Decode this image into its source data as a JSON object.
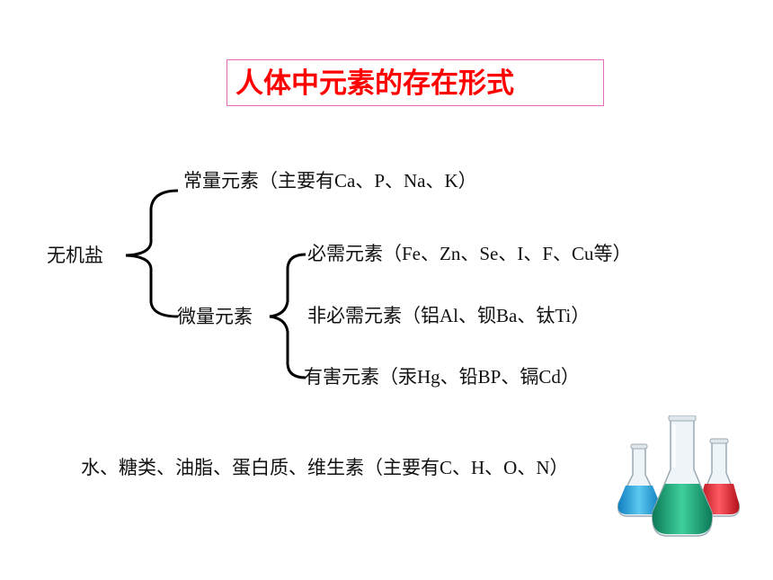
{
  "title": "人体中元素的存在形式",
  "tree": {
    "root": "无机盐",
    "macro": {
      "label": "常量元素",
      "paren_open": "（",
      "prefix": "主要有",
      "detail": "Ca、P、Na、K",
      "paren_close": "）"
    },
    "micro": {
      "label": "微量元素",
      "essential": {
        "label": "必需元素",
        "paren_open": "（",
        "detail": "Fe、Zn、Se、I、F、Cu",
        "suffix": "等",
        "paren_close": "）"
      },
      "nonessential": {
        "label": "非必需元素",
        "paren_open": "（",
        "detail_1_cn": "铝",
        "detail_1": "Al、",
        "detail_2_cn": "钡",
        "detail_2": "Ba、",
        "detail_3_cn": "钛",
        "detail_3": "Ti",
        "paren_close": "）"
      },
      "harmful": {
        "label": "有害元素",
        "paren_open": "（",
        "detail_1_cn": "汞",
        "detail_1": "Hg、",
        "detail_2_cn": "铅",
        "detail_2": "BP、",
        "detail_3_cn": "镉",
        "detail_3": "Cd",
        "paren_close": "）"
      }
    }
  },
  "organic": {
    "list": "水、糖类、油脂、蛋白质、维生素",
    "paren_open": "（",
    "prefix": "主要有",
    "detail": "C、H、O、N",
    "paren_close": "）"
  },
  "illustration": {
    "icon": "lab-flasks-icon",
    "colors": {
      "blue": "#2aa7df",
      "green": "#1aa37a",
      "red": "#e8242e"
    }
  }
}
